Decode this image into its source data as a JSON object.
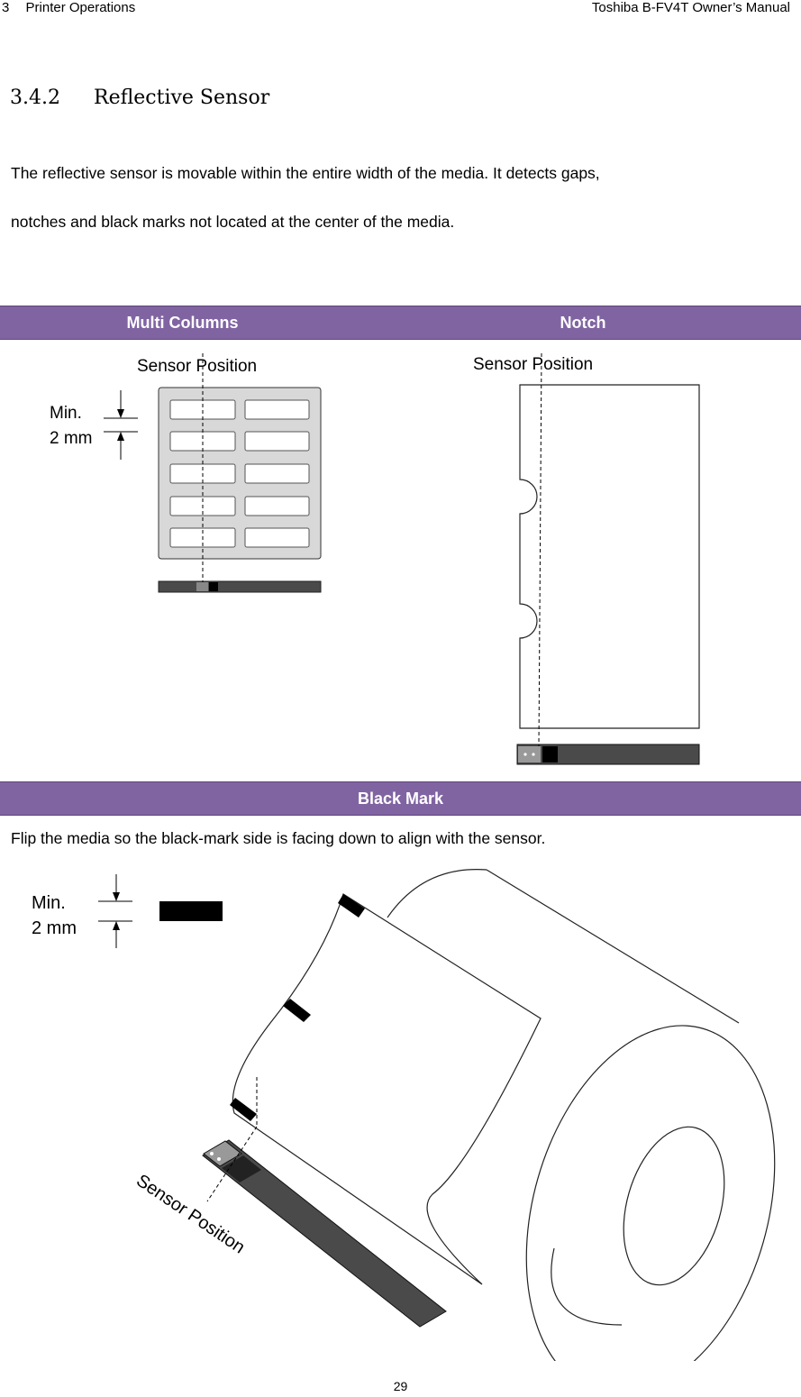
{
  "header": {
    "chapter_number": "3",
    "chapter_title": "Printer Operations",
    "manual_title": "Toshiba B-FV4T Owner’s Manual"
  },
  "section": {
    "number": "3.4.2",
    "title": "Reflective Sensor"
  },
  "intro": {
    "line1": "The reflective sensor is movable within the entire width of the media. It detects gaps,",
    "line2": "notches and black marks not located at the center of the media."
  },
  "table": {
    "col1_header": "Multi Columns",
    "col2_header": "Notch",
    "row2_header": "Black Mark",
    "black_mark_instruction": "Flip the media so the black-mark side is facing down to align with the sensor."
  },
  "figures": {
    "multi_columns": {
      "sensor_label": "Sensor Position",
      "min_label": "Min.",
      "min_value": "2 mm"
    },
    "notch": {
      "sensor_label": "Sensor Position"
    },
    "black_mark": {
      "sensor_label": "Sensor Position",
      "min_label": "Min.",
      "min_value": "2 mm"
    }
  },
  "footer": {
    "page_number": "29"
  },
  "colors": {
    "table_header_bg": "#8064a2",
    "table_header_text": "#ffffff",
    "sensor_bar": "#4a4a4a"
  }
}
